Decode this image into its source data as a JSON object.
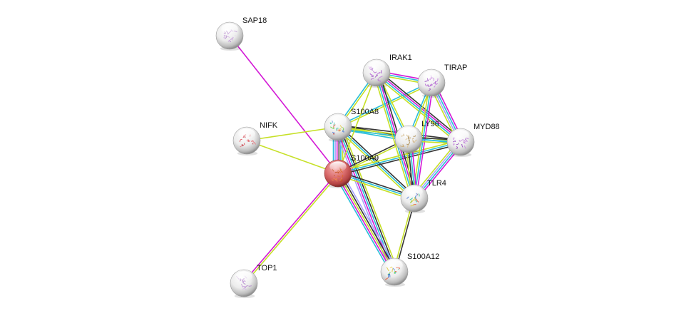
{
  "title": "Protein interaction network",
  "edge_colors": {
    "textmining": "#c6e026",
    "coexpression": "#363636",
    "database": "#28bed9",
    "experiments": "#d319d6",
    "homology": "#a6a3fc",
    "neighborhood": "#3b8e2d"
  },
  "nodes": [
    {
      "id": "SAP18",
      "label": "SAP18",
      "query": false,
      "structure": "purple-dim",
      "labelSide": "top-right"
    },
    {
      "id": "IRAK1",
      "label": "IRAK1",
      "query": false,
      "structure": "purple",
      "labelSide": "top-right"
    },
    {
      "id": "TIRAP",
      "label": "TIRAP",
      "query": false,
      "structure": "purple",
      "labelSide": "top-right"
    },
    {
      "id": "NIFK",
      "label": "NIFK",
      "query": false,
      "structure": "red-helix",
      "labelSide": "top-right"
    },
    {
      "id": "S100A8",
      "label": "S100A8",
      "query": false,
      "structure": "rainbow",
      "labelSide": "top-right"
    },
    {
      "id": "LY96",
      "label": "LY96",
      "query": false,
      "structure": "tan",
      "labelSide": "top-right"
    },
    {
      "id": "MYD88",
      "label": "MYD88",
      "query": false,
      "structure": "purple",
      "labelSide": "top-right"
    },
    {
      "id": "S100A9",
      "label": "S100A9",
      "query": true,
      "structure": "orange",
      "labelSide": "top-right"
    },
    {
      "id": "TLR4",
      "label": "TLR4",
      "query": false,
      "structure": "rainbow",
      "labelSide": "top-right"
    },
    {
      "id": "S100A12",
      "label": "S100A12",
      "query": false,
      "structure": "rainbow",
      "labelSide": "top-right"
    },
    {
      "id": "TOP1",
      "label": "TOP1",
      "query": false,
      "structure": "purple-dim",
      "labelSide": "top-right"
    }
  ],
  "edges": [
    {
      "a": "SAP18",
      "b": "S100A9",
      "types": [
        "experiments"
      ]
    },
    {
      "a": "TOP1",
      "b": "S100A9",
      "types": [
        "experiments",
        "textmining"
      ]
    },
    {
      "a": "NIFK",
      "b": "S100A8",
      "types": [
        "textmining"
      ]
    },
    {
      "a": "NIFK",
      "b": "S100A9",
      "types": [
        "textmining"
      ]
    },
    {
      "a": "S100A8",
      "b": "S100A9",
      "types": [
        "textmining",
        "database",
        "coexpression",
        "experiments",
        "homology",
        "database"
      ]
    },
    {
      "a": "S100A8",
      "b": "IRAK1",
      "types": [
        "database",
        "textmining"
      ]
    },
    {
      "a": "S100A8",
      "b": "TIRAP",
      "types": [
        "database",
        "textmining"
      ]
    },
    {
      "a": "S100A8",
      "b": "LY96",
      "types": [
        "coexpression",
        "textmining",
        "database"
      ]
    },
    {
      "a": "S100A8",
      "b": "MYD88",
      "types": [
        "coexpression",
        "textmining",
        "database"
      ]
    },
    {
      "a": "S100A8",
      "b": "TLR4",
      "types": [
        "coexpression",
        "database",
        "textmining"
      ]
    },
    {
      "a": "S100A8",
      "b": "S100A12",
      "types": [
        "textmining",
        "coexpression",
        "database",
        "experiments",
        "homology"
      ]
    },
    {
      "a": "S100A9",
      "b": "LY96",
      "types": [
        "coexpression",
        "textmining"
      ]
    },
    {
      "a": "S100A9",
      "b": "MYD88",
      "types": [
        "textmining",
        "database",
        "coexpression"
      ]
    },
    {
      "a": "S100A9",
      "b": "TLR4",
      "types": [
        "coexpression",
        "database",
        "textmining"
      ]
    },
    {
      "a": "S100A9",
      "b": "S100A12",
      "types": [
        "homology",
        "coexpression",
        "textmining",
        "experiments",
        "database"
      ]
    },
    {
      "a": "S100A9",
      "b": "IRAK1",
      "types": [
        "textmining"
      ]
    },
    {
      "a": "IRAK1",
      "b": "TIRAP",
      "types": [
        "experiments",
        "database",
        "textmining"
      ]
    },
    {
      "a": "IRAK1",
      "b": "LY96",
      "types": [
        "textmining",
        "database"
      ]
    },
    {
      "a": "IRAK1",
      "b": "MYD88",
      "types": [
        "coexpression",
        "experiments",
        "database",
        "textmining"
      ]
    },
    {
      "a": "IRAK1",
      "b": "TLR4",
      "types": [
        "coexpression",
        "experiments",
        "database",
        "textmining"
      ]
    },
    {
      "a": "TIRAP",
      "b": "LY96",
      "types": [
        "textmining",
        "database"
      ]
    },
    {
      "a": "TIRAP",
      "b": "MYD88",
      "types": [
        "experiments",
        "database",
        "homology",
        "textmining"
      ]
    },
    {
      "a": "TIRAP",
      "b": "TLR4",
      "types": [
        "experiments",
        "database",
        "textmining"
      ]
    },
    {
      "a": "LY96",
      "b": "MYD88",
      "types": [
        "coexpression",
        "database",
        "textmining"
      ]
    },
    {
      "a": "LY96",
      "b": "TLR4",
      "types": [
        "experiments",
        "database",
        "coexpression",
        "textmining"
      ]
    },
    {
      "a": "MYD88",
      "b": "TLR4",
      "types": [
        "experiments",
        "database",
        "homology",
        "textmining"
      ]
    },
    {
      "a": "TLR4",
      "b": "S100A12",
      "types": [
        "coexpression",
        "textmining"
      ]
    }
  ]
}
